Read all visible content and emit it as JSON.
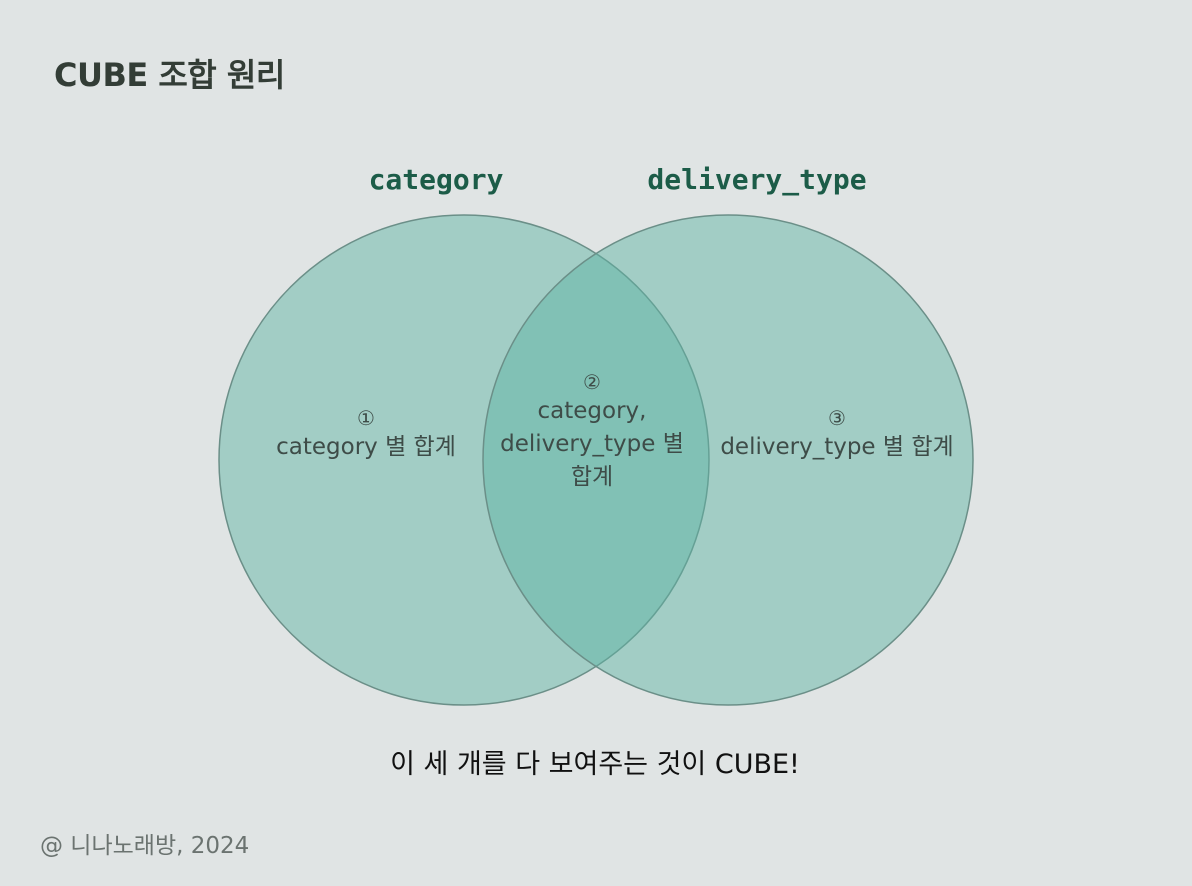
{
  "title": "CUBE 조합 원리",
  "sets": {
    "left": "category",
    "right": "delivery_type"
  },
  "regions": {
    "left": {
      "number": "①",
      "lines": [
        "category 별 합계"
      ]
    },
    "middle": {
      "number": "②",
      "lines": [
        "category,",
        "delivery_type 별",
        "합계"
      ]
    },
    "right": {
      "number": "③",
      "lines": [
        "delivery_type 별 합계"
      ]
    }
  },
  "caption": "이 세 개를 다 보여주는 것이 CUBE!",
  "credit": "@ 니나노래방, 2024",
  "colors": {
    "background": "#e0e4e4",
    "circle_fill": "#5fb3a3",
    "circle_stroke": "#6b8f88",
    "label_color": "#1c5c48"
  }
}
